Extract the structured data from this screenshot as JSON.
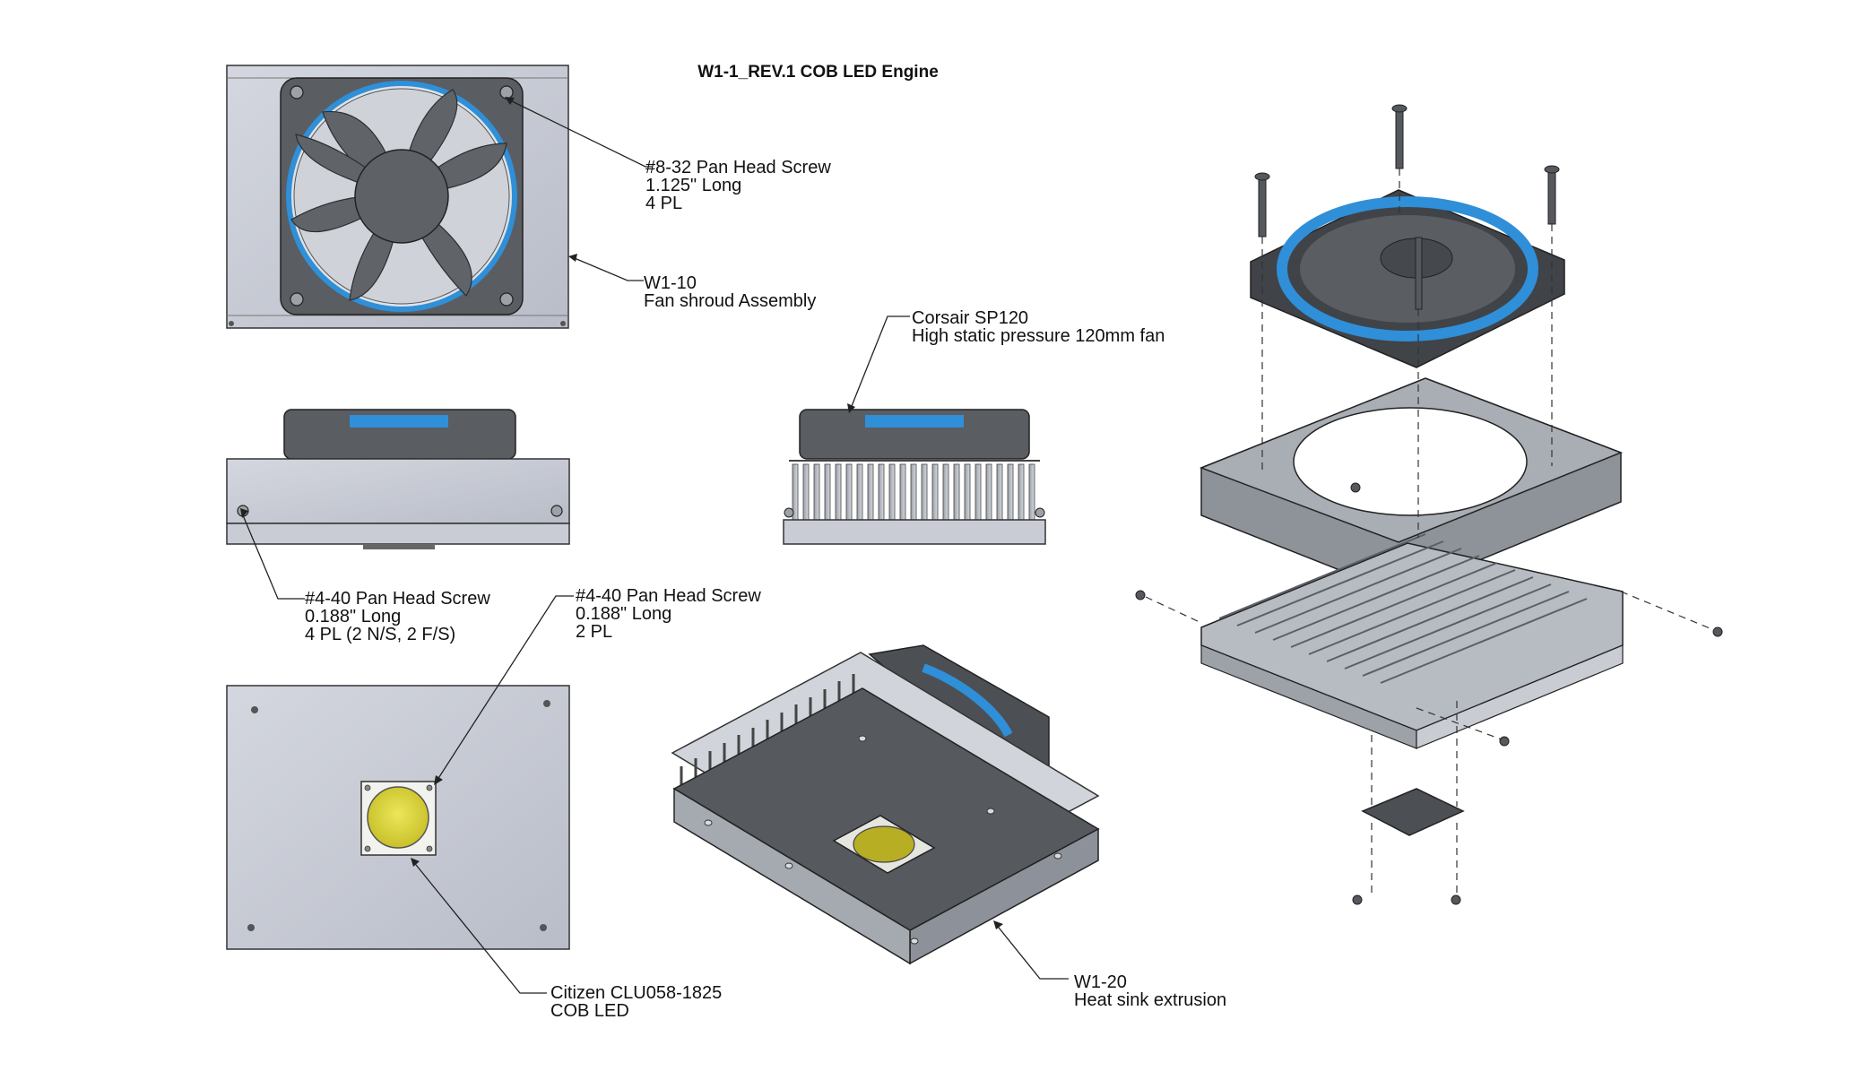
{
  "title": "W1-1_REV.1  COB LED Engine",
  "callouts": {
    "screw_8_32": {
      "line1": "#8-32 Pan Head Screw",
      "line2": "1.125\" Long",
      "line3": "4 PL"
    },
    "fan_shroud": {
      "line1": "W1-10",
      "line2": "Fan shroud Assembly"
    },
    "fan": {
      "line1": "Corsair SP120",
      "line2": "High static pressure 120mm fan"
    },
    "screw_4_40_a": {
      "line1": "#4-40 Pan Head Screw",
      "line2": "0.188\" Long",
      "line3": "4 PL (2 N/S, 2 F/S)"
    },
    "screw_4_40_b": {
      "line1": "#4-40 Pan Head Screw",
      "line2": "0.188\" Long",
      "line3": "2 PL"
    },
    "cob_led": {
      "line1": "Citizen CLU058-1825",
      "line2": "COB LED"
    },
    "heat_sink": {
      "line1": "W1-20",
      "line2": "Heat sink extrusion"
    }
  },
  "colors": {
    "plate": "#c8ccd6",
    "fan_body": "#4f5257",
    "fan_blue": "#2f8fd8",
    "led_yellow": "#d9d235",
    "heatsink_dark": "#56595e"
  }
}
